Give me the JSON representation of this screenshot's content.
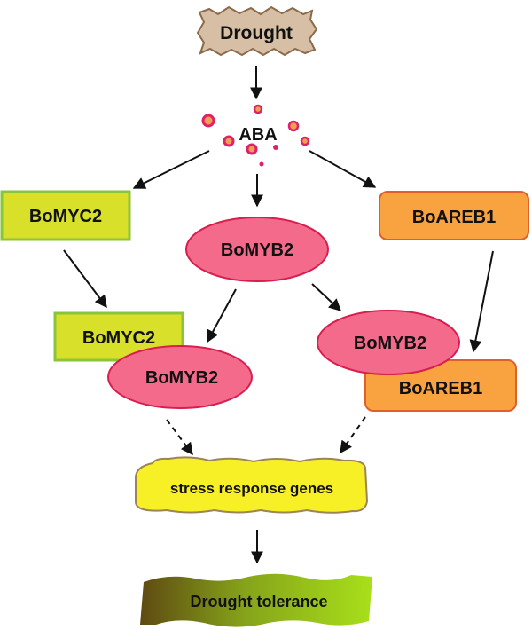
{
  "nodes": {
    "drought": "Drought",
    "aba": "ABA",
    "bomyc2_top": "BoMYC2",
    "bomyb2_top": "BoMYB2",
    "boareb1_top": "BoAREB1",
    "complex_left_myc2": "BoMYC2",
    "complex_left_myb2": "BoMYB2",
    "complex_right_myb2": "BoMYB2",
    "complex_right_areb1": "BoAREB1",
    "stress_genes": "stress response genes",
    "tolerance": "Drought tolerance"
  },
  "colors": {
    "drought_fill": "#d6bfa4",
    "drought_stroke": "#8b6a4c",
    "aba_dot_fill": "#f0a050",
    "aba_dot_stroke": "#e0206a",
    "myc2_fill": "#d8e02a",
    "myc2_stroke": "#8ac43a",
    "myb2_fill": "#f46a8a",
    "myb2_stroke": "#d81e4e",
    "areb1_fill": "#f8a240",
    "areb1_stroke": "#e0602a",
    "genes_fill": "#f8f026",
    "genes_stroke": "#9c8458",
    "tolerance_dark": "#5e4a12",
    "tolerance_light": "#a8e01a"
  }
}
